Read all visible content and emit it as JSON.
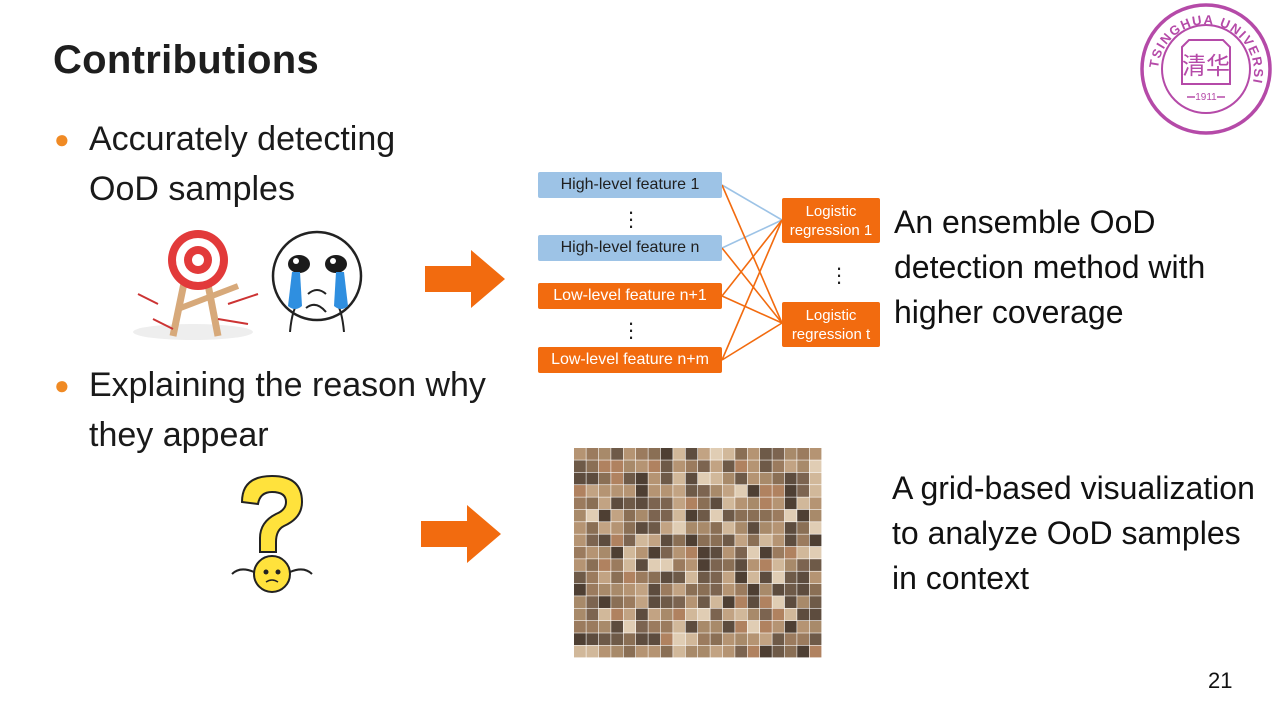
{
  "slide": {
    "title": "Contributions",
    "page_number": "21",
    "logo_text": "TSINGHUA UNIVERSITY",
    "logo_year": "1911"
  },
  "bullets": [
    {
      "text": "Accurately detecting OoD samples"
    },
    {
      "text": "Explaining the reason why they appear"
    }
  ],
  "diagram": {
    "features": [
      {
        "label": "High-level feature 1",
        "kind": "high"
      },
      {
        "label": "High-level feature n",
        "kind": "high"
      },
      {
        "label": "Low-level feature n+1",
        "kind": "low"
      },
      {
        "label": "Low-level feature n+m",
        "kind": "low"
      }
    ],
    "regressions": [
      {
        "label": "Logistic regression 1"
      },
      {
        "label": "Logistic regression t"
      }
    ],
    "colors": {
      "high": "#9dc3e6",
      "low": "#f26b0f",
      "arrow": "#f26b0f",
      "bullet": "#f08a24",
      "logo": "#b54aa8"
    }
  },
  "descriptions": {
    "ensemble": "An ensemble OoD detection method with higher coverage",
    "grid": "A grid-based visualization to analyze OoD samples in context"
  },
  "icons": [
    "target-icon",
    "crying-face-icon",
    "question-mark-icon",
    "right-arrow-icon",
    "university-logo-icon"
  ]
}
